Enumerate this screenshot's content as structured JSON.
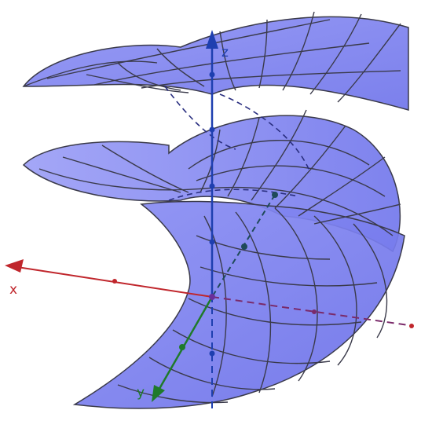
{
  "axes": {
    "x": {
      "label": "x",
      "color": "#c0262c"
    },
    "y": {
      "label": "y",
      "color": "#1f7a2a"
    },
    "z": {
      "label": "z",
      "color": "#1e3fb0"
    }
  },
  "surface": {
    "fill": "#7b7ff0",
    "fill_dark": "#5a5fe0",
    "mesh": "#3a3a4a"
  },
  "hidden_axis_color": "#7a2a6a",
  "origin_color": "#6a2f9a"
}
